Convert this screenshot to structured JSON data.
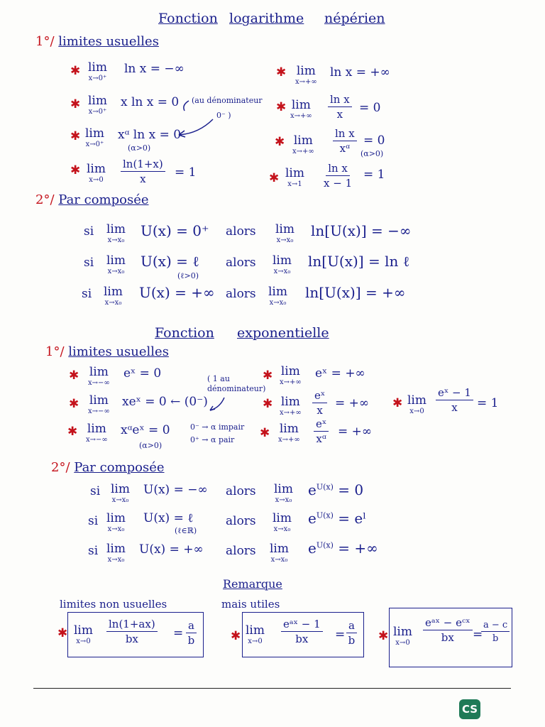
{
  "titles": {
    "ln": [
      "Fonction",
      "logarithme",
      "népérien"
    ],
    "exp": [
      "Fonction",
      "exponentielle"
    ]
  },
  "ln": {
    "s1_num": "1°/",
    "s1_label": "limites usuelles",
    "l1": {
      "w": "lim",
      "s": "x→0⁺",
      "e": "ln x = −∞"
    },
    "l2": {
      "w": "lim",
      "s": "x→0⁺",
      "e": "x ln x = 0"
    },
    "l2_note": "(au dénominateur",
    "l2_note2": "0⁻ )",
    "l3": {
      "w": "lim",
      "s": "x→0⁺",
      "e": "xᵅ ln x = 0"
    },
    "l3_cond": "(α>0)",
    "l4": {
      "w": "lim",
      "s": "x→0",
      "num": "ln(1+x)",
      "den": "x",
      "e": "= 1"
    },
    "r1": {
      "w": "lim",
      "s": "x→+∞",
      "e": "ln x = +∞"
    },
    "r2": {
      "w": "lim",
      "s": "x→+∞",
      "num": "ln x",
      "den": "x",
      "e": "= 0"
    },
    "r3": {
      "w": "lim",
      "s": "x→+∞",
      "num": "ln x",
      "den": "xᵅ",
      "e": "= 0"
    },
    "r3_cond": "(α>0)",
    "r4": {
      "w": "lim",
      "s": "x→1",
      "num": "ln x",
      "den": "x − 1",
      "e": "= 1"
    },
    "s2_num": "2°/",
    "s2_label": "Par composée",
    "c1": {
      "si": "si",
      "w": "lim",
      "s": "x→x₀",
      "e": "U(x) = 0⁺",
      "alors": "alors",
      "w2": "lim",
      "s2": "x→x₀",
      "r": "ln[U(x)] = −∞"
    },
    "c2": {
      "si": "si",
      "w": "lim",
      "s": "x→x₀",
      "e": "U(x) = ℓ",
      "cond": "(ℓ>0)",
      "alors": "alors",
      "w2": "lim",
      "s2": "x→x₀",
      "r": "ln[U(x)] = ln ℓ"
    },
    "c3": {
      "si": "si",
      "w": "lim",
      "s": "x→x₀",
      "e": "U(x) = +∞",
      "alors": "alors",
      "w2": "lim",
      "s2": "x→x₀",
      "r": "ln[U(x)] = +∞"
    }
  },
  "exp": {
    "s1_num": "1°/",
    "s1_label": "limites usuelles",
    "l1": {
      "w": "lim",
      "s": "x→−∞",
      "e": "eˣ = 0"
    },
    "l2": {
      "w": "lim",
      "s": "x→−∞",
      "e": "xeˣ = 0 ← (0⁻)"
    },
    "l2_note": "( 1 au",
    "l2_note2": "dénominateur)",
    "l3": {
      "w": "lim",
      "s": "x→−∞",
      "e": "xᵅeˣ = 0"
    },
    "l3_cond": "(α>0)",
    "l3_note": "0⁻ → α impair",
    "l3_note2": "0⁺ → α pair",
    "r1": {
      "w": "lim",
      "s": "x→+∞",
      "e": "eˣ = +∞"
    },
    "r2": {
      "w": "lim",
      "s": "x→+∞",
      "num": "eˣ",
      "den": "x",
      "e": "= +∞"
    },
    "r3": {
      "w": "lim",
      "s": "x→+∞",
      "num": "eˣ",
      "den": "xᵅ",
      "e": "= +∞"
    },
    "rr": {
      "w": "lim",
      "s": "x→0",
      "num": "eˣ − 1",
      "den": "x",
      "e": "= 1"
    },
    "s2_num": "2°/",
    "s2_label": "Par composée",
    "c1": {
      "si": "si",
      "w": "lim",
      "s": "x→x₀",
      "e": "U(x) = −∞",
      "alors": "alors",
      "w2": "lim",
      "s2": "x→x₀",
      "r": "e",
      "sup": "U(x)",
      "r2": "= 0"
    },
    "c2": {
      "si": "si",
      "w": "lim",
      "s": "x→x₀",
      "e": "U(x) = ℓ",
      "cond": "(ℓ∈ℝ)",
      "alors": "alors",
      "w2": "lim",
      "s2": "x→x₀",
      "r": "e",
      "sup": "U(x)",
      "r2": "= eˡ"
    },
    "c3": {
      "si": "si",
      "w": "lim",
      "s": "x→x₀",
      "e": "U(x) = +∞",
      "alors": "alors",
      "w2": "lim",
      "s2": "x→x₀",
      "r": "e",
      "sup": "U(x)",
      "r2": "= +∞"
    }
  },
  "remarque": {
    "title": "Remarque",
    "left": "limites non usuelles",
    "mid": "mais utiles",
    "b1": {
      "w": "lim",
      "s": "x→0",
      "num": "ln(1+ax)",
      "den": "bx",
      "e": "=",
      "num2": "a",
      "den2": "b"
    },
    "b2": {
      "w": "lim",
      "s": "x→0",
      "num": "eᵃˣ − 1",
      "den": "bx",
      "e": "=",
      "num2": "a",
      "den2": "b"
    },
    "b3": {
      "w": "lim",
      "s": "x→0",
      "num": "eᵃˣ − eᶜˣ",
      "den": "bx",
      "e": "=",
      "num2": "a − c",
      "den2": "b"
    }
  },
  "badge": "CS",
  "colors": {
    "ink": "#1a1f8c",
    "red": "#c4121b",
    "badge": "#1f7a57"
  }
}
